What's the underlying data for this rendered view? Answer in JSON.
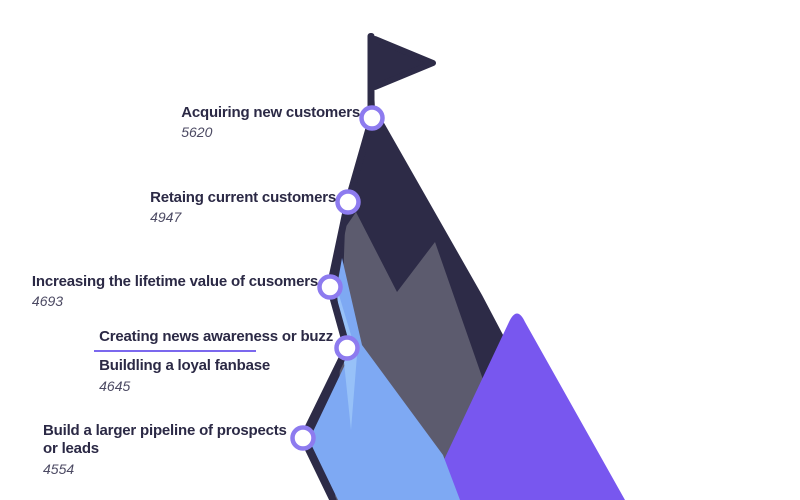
{
  "title": "",
  "icons": {
    "flag": "flag-icon",
    "marker": "milestone-marker-icon"
  },
  "colors": {
    "navy": "#2d2b47",
    "slate": "#5c5b6e",
    "blue": "#7ea9f3",
    "blue_light": "#97c1f8",
    "purple": "#7857ef",
    "ring": "#8d7bef",
    "underline": "#7b68ee",
    "white": "#ffffff",
    "text": "#2b2945",
    "value_text": "#4c4a63"
  },
  "milestones": [
    {
      "label": "Acquiring new customers",
      "value": "5620"
    },
    {
      "label": "Retaing current customers",
      "value": "4947"
    },
    {
      "label": "Increasing the lifetime value of cusomers",
      "value": "4693"
    },
    {
      "label": "Creating news awareness or buzz",
      "label2": "Buildling a loyal fanbase",
      "value": "4645"
    },
    {
      "label": "Build a larger pipeline of prospects or leads",
      "value": "4554"
    }
  ],
  "chart_data": {
    "type": "area",
    "style": "mountain-milestone-infographic",
    "title": "",
    "xlabel": "",
    "ylabel": "",
    "legend": "none",
    "categories": [
      "Acquiring new customers",
      "Retaing current customers",
      "Increasing the lifetime value of cusomers",
      "Creating news awareness or buzz / Buildling a loyal fanbase",
      "Build a larger pipeline of prospects or leads"
    ],
    "values": [
      5620,
      4947,
      4693,
      4645,
      4554
    ],
    "annotations": "Five milestones marked by ringed circles ascending the left ridge of a mountain toward a summit flag; highest value at the peak."
  }
}
